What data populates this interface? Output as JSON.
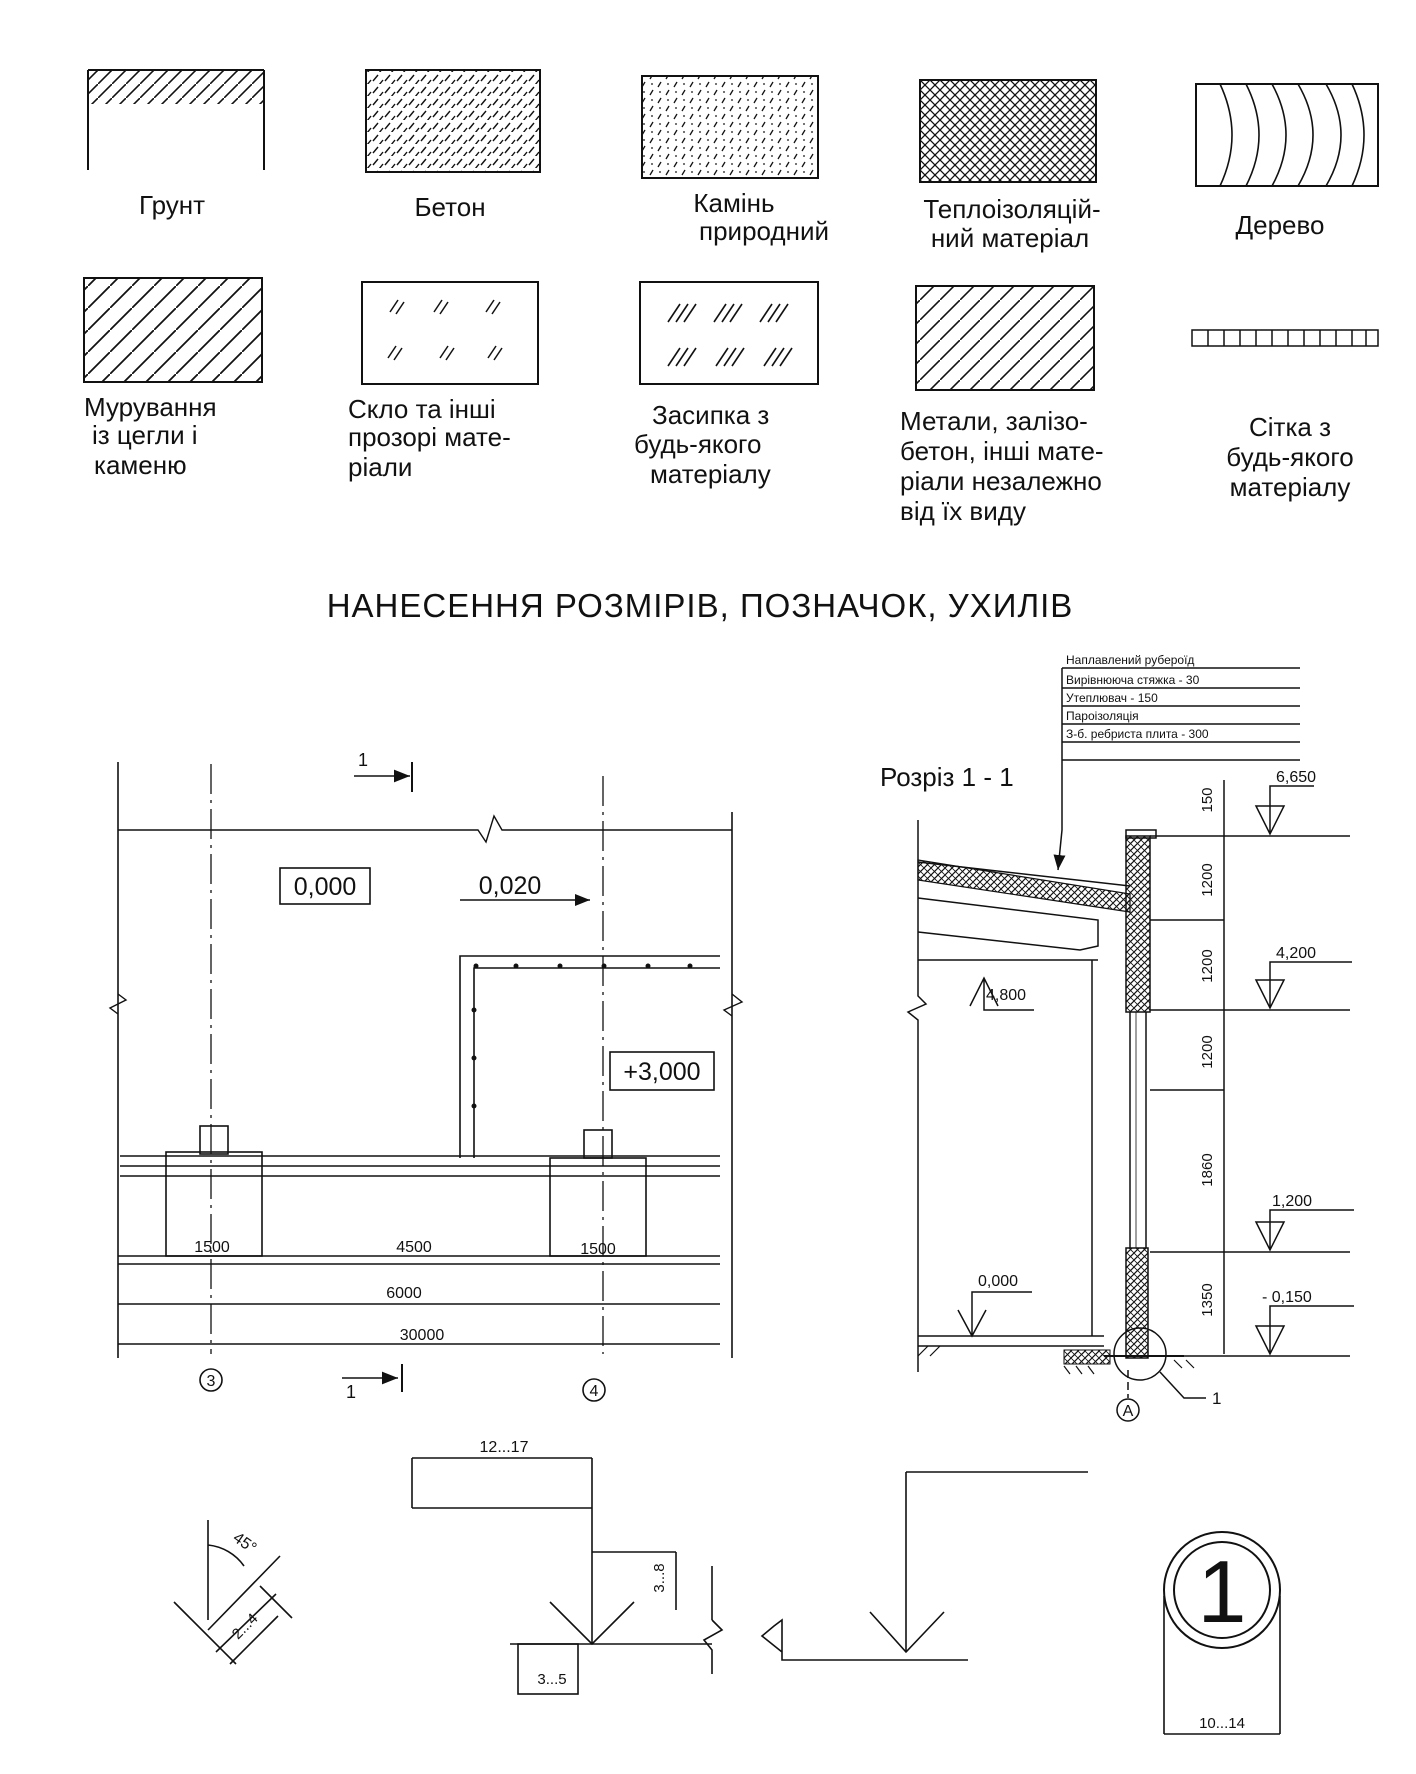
{
  "materials": [
    {
      "id": "soil",
      "lines": [
        "Грунт"
      ]
    },
    {
      "id": "concrete",
      "lines": [
        "Бетон"
      ]
    },
    {
      "id": "stone",
      "lines": [
        "Камінь",
        "природний"
      ]
    },
    {
      "id": "insulation",
      "lines": [
        "Теплоізоляцій-",
        "ний матеріал"
      ]
    },
    {
      "id": "wood",
      "lines": [
        "Дерево"
      ]
    },
    {
      "id": "masonry",
      "lines": [
        "Мурування",
        "із цегли і",
        "каменю"
      ]
    },
    {
      "id": "glass",
      "lines": [
        "Скло та інші",
        "прозорі мате-",
        "ріали"
      ]
    },
    {
      "id": "backfill",
      "lines": [
        "Засипка з",
        "будь-якого",
        "матеріалу"
      ]
    },
    {
      "id": "metal",
      "lines": [
        "Метали, залізо-",
        "бетон, інші мате-",
        "ріали незалежно",
        "від їх виду"
      ]
    },
    {
      "id": "mesh",
      "lines": [
        "Сітка з",
        "будь-якого",
        "матеріалу"
      ]
    }
  ],
  "section_title": "НАНЕСЕННЯ  РОЗМІРІВ,  ПОЗНАЧОК,  УХИЛІВ",
  "plan": {
    "section_mark": "1",
    "level_main": "0,000",
    "level_step": "0,020",
    "level_raised": "+3,000",
    "dims_row1": [
      "1500",
      "4500",
      "1500"
    ],
    "dim_row2": "6000",
    "dim_row3": "30000",
    "axes": [
      "3",
      "4"
    ]
  },
  "section": {
    "title": "Розріз 1 - 1",
    "layers": [
      "Наплавлений руберοїд",
      "Вирівнююча стяжка - 30",
      "Утеплювач - 150",
      "Пароізоляція",
      "З-б. ребриста плита - 300"
    ],
    "levels_right": [
      "6,650",
      "4,200",
      "1,200",
      "- 0,150"
    ],
    "levels_inside": [
      "4,800",
      "0,000"
    ],
    "vertical_dims": [
      "150",
      "1200",
      "1200",
      "1200",
      "1860",
      "1350"
    ],
    "axis": "А",
    "callout": "1"
  },
  "details": {
    "angle": "45°",
    "arrow_size": "2...4",
    "shelf_length": "12...17",
    "arrow_height": "3...8",
    "arrow_width": "3...5",
    "circle_number": "1",
    "circle_diameter": "10...14"
  }
}
